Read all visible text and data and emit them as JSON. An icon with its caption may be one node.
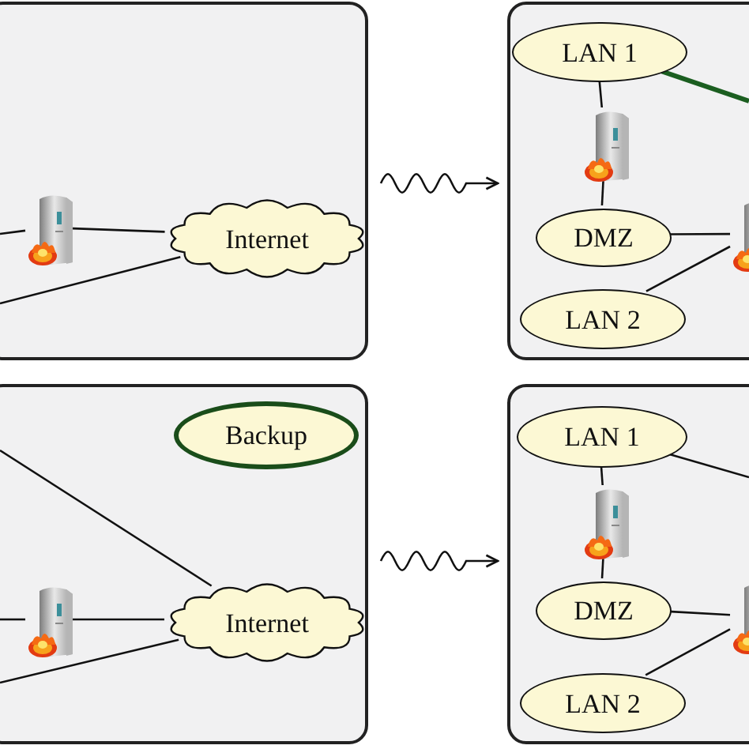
{
  "diagram": {
    "nodes": [
      {
        "text": [],
        "shape": "box"
      },
      {
        "text": [],
        "shape": "picture",
        "in": 0
      },
      {
        "text": [
          "Internet"
        ],
        "in": 0
      },
      {
        "text": [],
        "shape": "box"
      },
      {
        "text": [
          "LAN 1"
        ],
        "in": 3
      },
      {
        "text": [],
        "shape": "picture",
        "in": 3
      },
      {
        "text": [
          "DMZ"
        ],
        "in": 3
      },
      {
        "text": [],
        "shape": "picture",
        "in": 3
      },
      {
        "text": [
          "LAN 2"
        ],
        "in": 3
      },
      {
        "text": [],
        "shape": "box"
      },
      {
        "text": [
          "Backup"
        ],
        "in": 9
      },
      {
        "text": [],
        "shape": "picture",
        "in": 9
      },
      {
        "text": [
          "Internet"
        ],
        "in": 9
      },
      {
        "text": [],
        "shape": "box"
      },
      {
        "text": [
          "LAN 1"
        ],
        "in": 13
      },
      {
        "text": [],
        "shape": "picture",
        "in": 13
      },
      {
        "text": [
          "DMZ"
        ],
        "in": 13
      },
      {
        "text": [],
        "shape": "picture",
        "in": 13
      },
      {
        "text": [
          "LAN 2"
        ],
        "in": 13
      }
    ],
    "edges": [
      {
        "from": null,
        "to": 1,
        "arrow": "none"
      },
      {
        "from": 1,
        "to": 2,
        "arrow": "none"
      },
      {
        "from": null,
        "to": 2,
        "arrow": "none"
      },
      {
        "from": 0,
        "to": 3,
        "arrow": "to"
      },
      {
        "from": 4,
        "to": 5,
        "arrow": "none"
      },
      {
        "from": 5,
        "to": 6,
        "arrow": "none"
      },
      {
        "from": 6,
        "to": 7,
        "arrow": "none"
      },
      {
        "from": 8,
        "to": 7,
        "arrow": "none"
      },
      {
        "from": 4,
        "to": null,
        "arrow": "none",
        "style": "thick",
        "color": "#1b5e20"
      },
      {
        "from": null,
        "to": 11,
        "arrow": "none"
      },
      {
        "from": 11,
        "to": 12,
        "arrow": "none"
      },
      {
        "from": null,
        "to": 12,
        "arrow": "none"
      },
      {
        "from": null,
        "to": 12,
        "arrow": "none"
      },
      {
        "from": 9,
        "to": 13,
        "arrow": "to"
      },
      {
        "from": 14,
        "to": 15,
        "arrow": "none"
      },
      {
        "from": 15,
        "to": 16,
        "arrow": "none"
      },
      {
        "from": 16,
        "to": 17,
        "arrow": "none"
      },
      {
        "from": 18,
        "to": 17,
        "arrow": "none"
      },
      {
        "from": 14,
        "to": null,
        "arrow": "none"
      }
    ]
  }
}
